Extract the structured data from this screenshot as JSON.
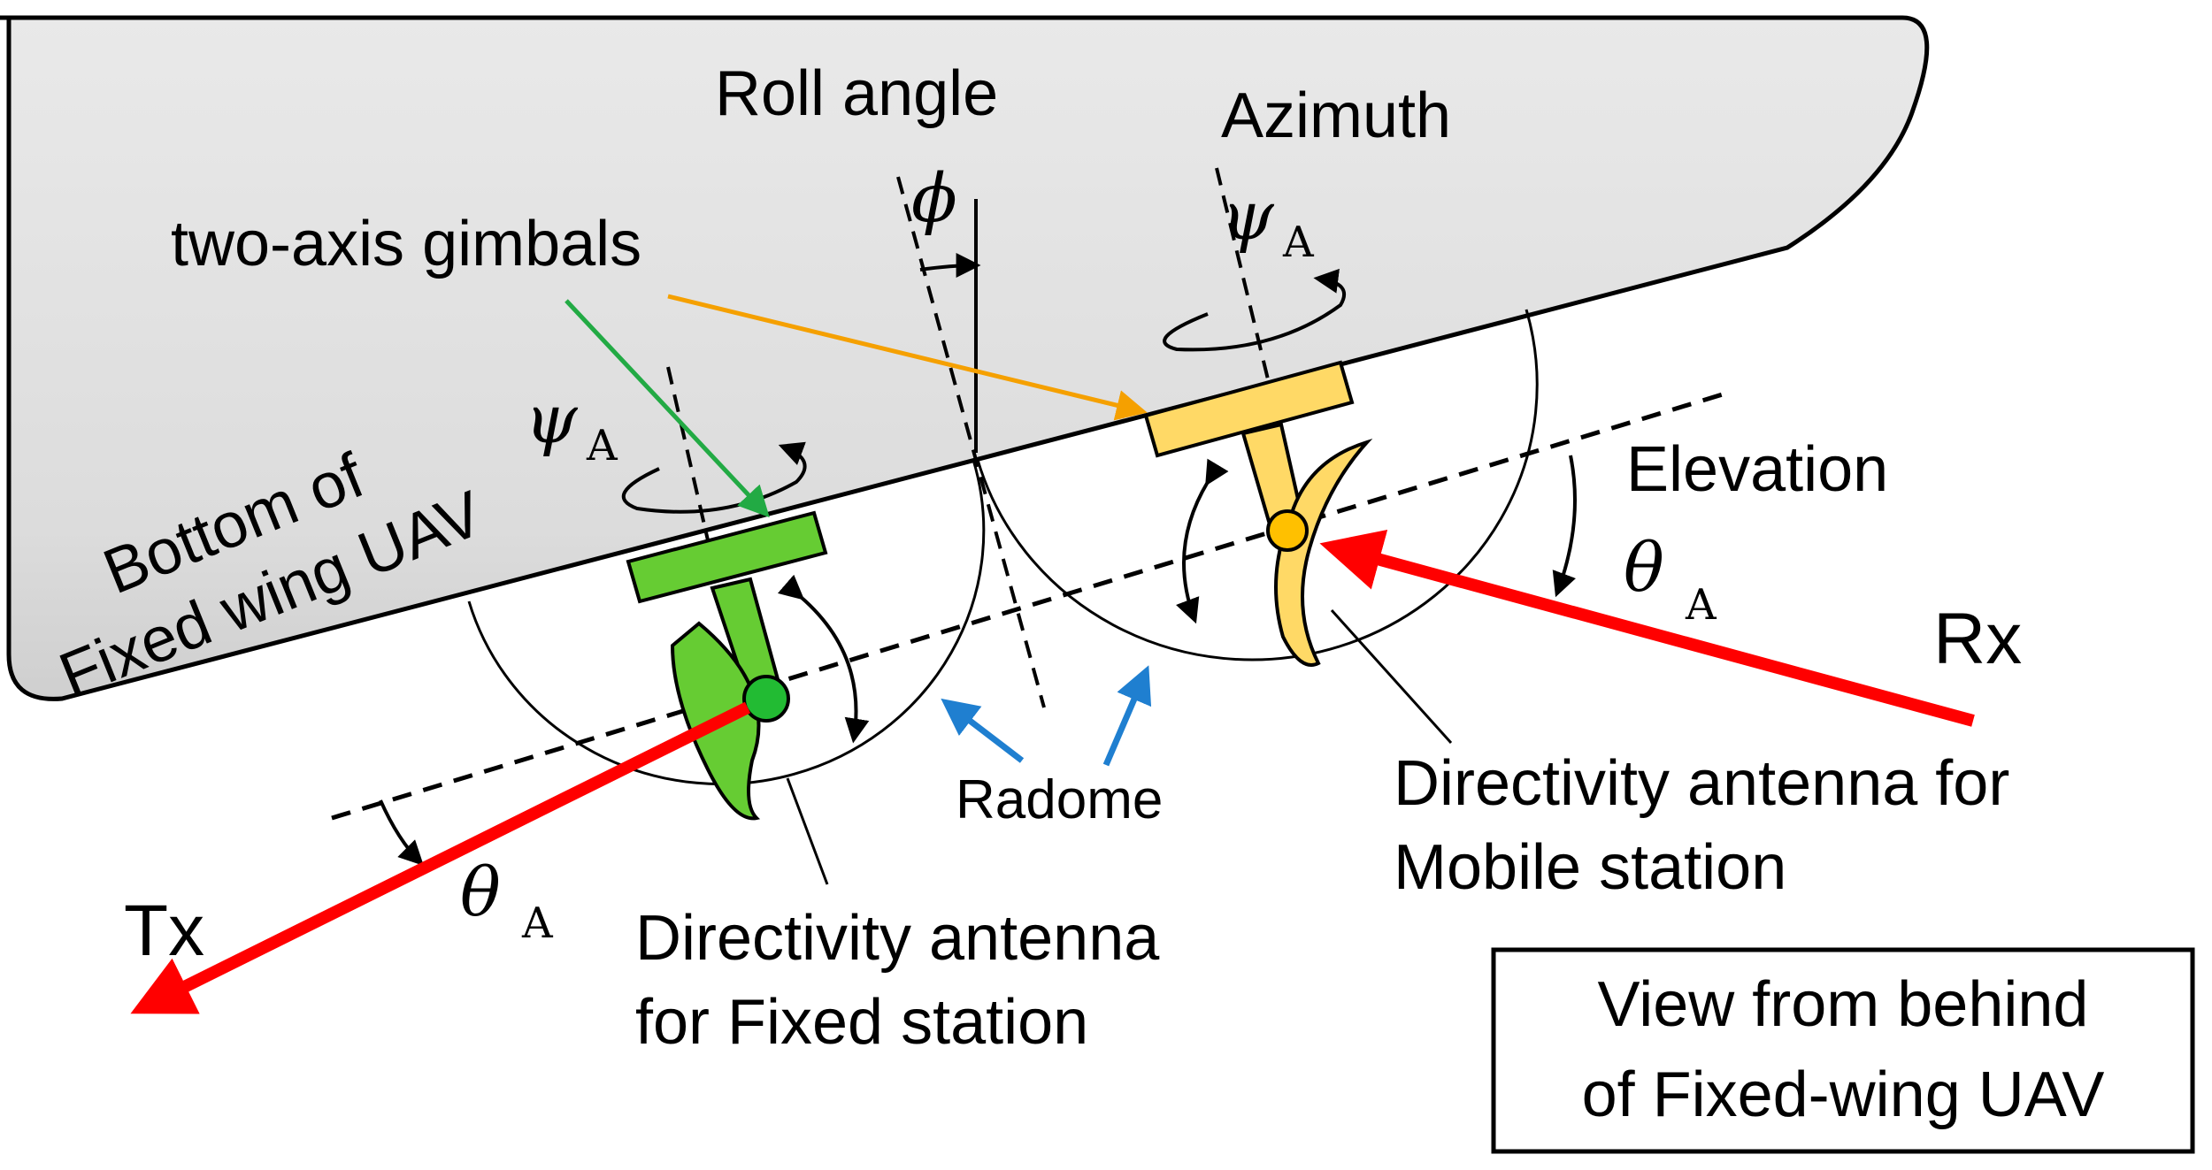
{
  "labels": {
    "roll_angle": "Roll angle",
    "azimuth": "Azimuth",
    "two_axis_gimbals": "two-axis gimbals",
    "elevation": "Elevation",
    "bottom_line1": "Bottom of",
    "bottom_line2": "Fixed wing UAV",
    "rx": "Rx",
    "tx": "Tx",
    "radome": "Radome",
    "mobile_line1": "Directivity antenna for",
    "mobile_line2": "Mobile station",
    "fixed_line1": "Directivity antenna",
    "fixed_line2": "for Fixed station",
    "view_line1": "View from behind",
    "view_line2": "of Fixed-wing UAV"
  },
  "symbols": {
    "phi": "ϕ",
    "psi": "ψ",
    "theta": "θ",
    "subscript": "A"
  },
  "colors": {
    "fuselage": "#e6e6e6",
    "gimbal_green": "#66cc33",
    "gimbal_yellow": "#ffd966",
    "signal_arrow": "#ff0000",
    "gimbal_pointer_green": "#22aa44",
    "gimbal_pointer_orange": "#f5a000",
    "radome_pointer_blue": "#1f7fd0"
  }
}
